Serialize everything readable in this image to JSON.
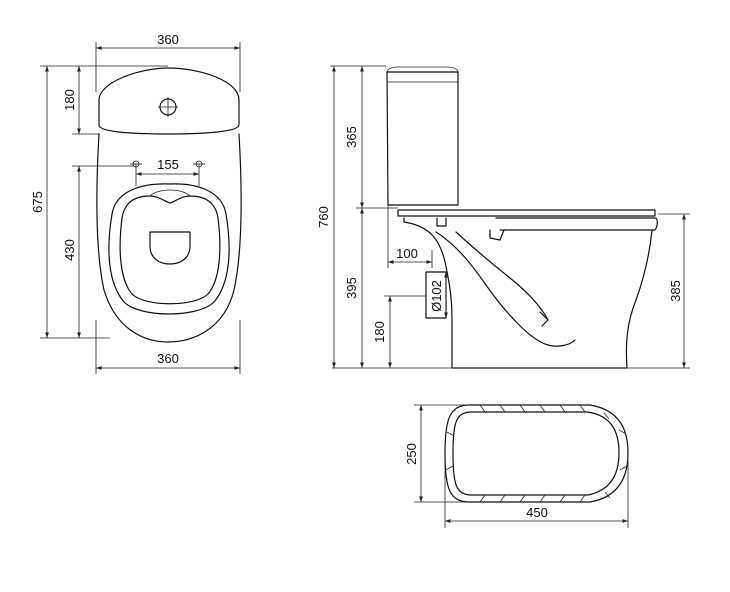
{
  "colors": {
    "ink": "#111111",
    "background": "#ffffff"
  },
  "top_view": {
    "width_top": "360",
    "tank_depth": "180",
    "total_length": "675",
    "hole_spacing": "155",
    "bowl_length": "430",
    "width_bottom": "360"
  },
  "side_view": {
    "total_height": "760",
    "tank_height": "365",
    "bowl_height_left": "395",
    "outlet_offset": "100",
    "outlet_diameter": "Ø102",
    "outlet_height": "180",
    "bowl_height_right": "385"
  },
  "bottom_view": {
    "base_depth": "250",
    "base_length": "450"
  }
}
